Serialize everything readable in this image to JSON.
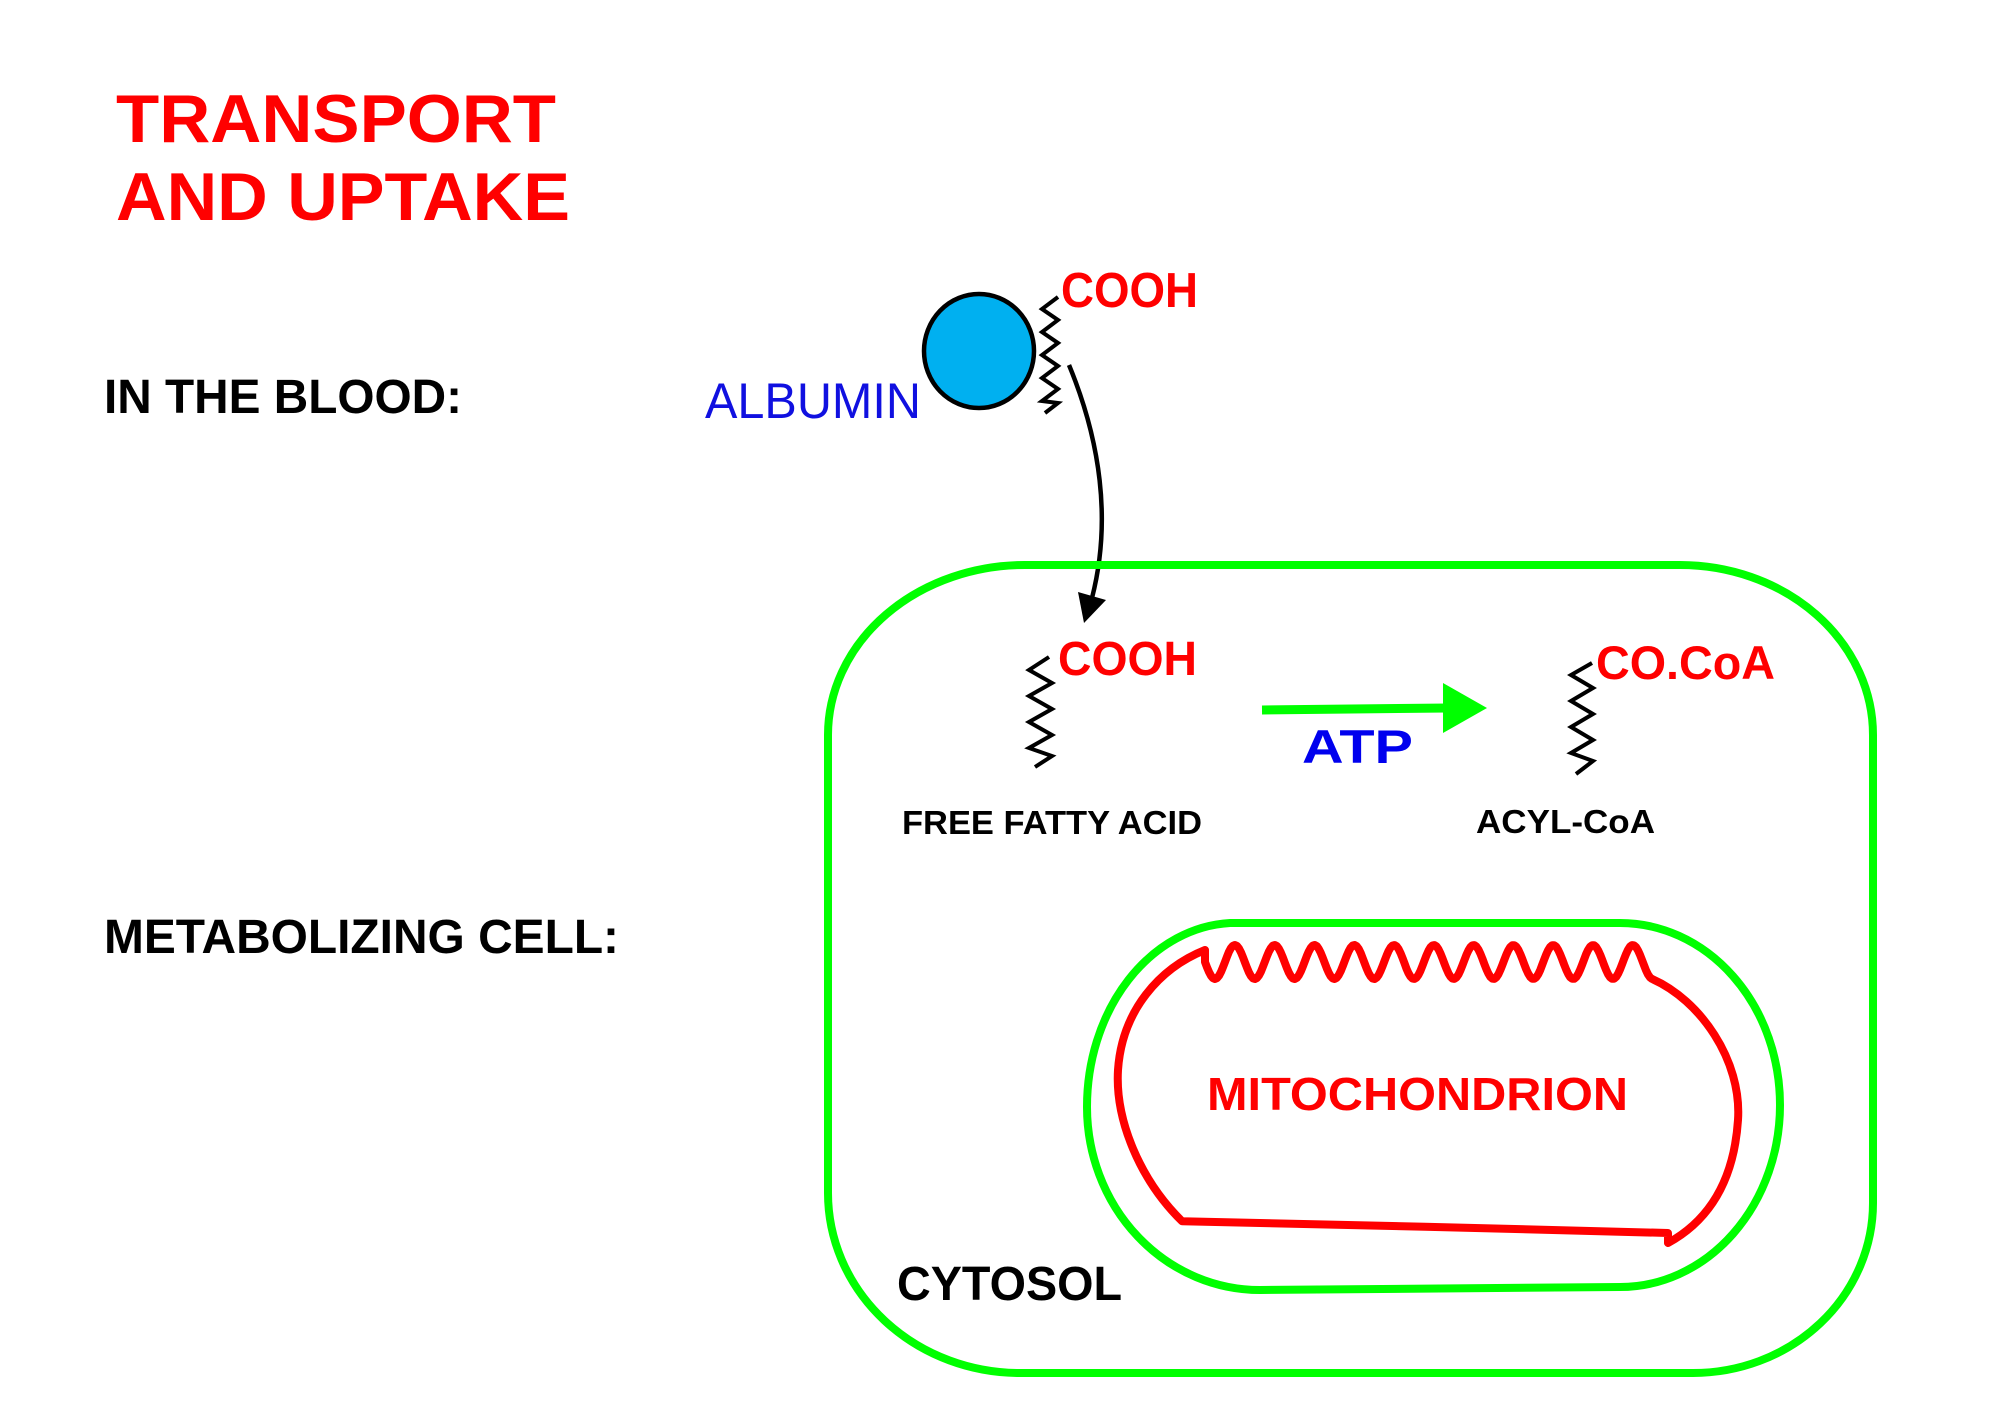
{
  "title": {
    "line1": "TRANSPORT",
    "line2": "AND UPTAKE"
  },
  "sections": {
    "blood": "IN THE BLOOD:",
    "cell": "METABOLIZING CELL:"
  },
  "blood": {
    "protein_label": "ALBUMIN",
    "bound_group": "COOH"
  },
  "cell": {
    "free_fatty_acid_group": "COOH",
    "free_fatty_acid_label": "FREE FATTY ACID",
    "activation_cofactor": "ATP",
    "acyl_group": "CO.CoA",
    "acyl_label": "ACYL-CoA",
    "organelle_label": "MITOCHONDRION",
    "compartment_label": "CYTOSOL"
  },
  "colors": {
    "title": "#ff0000",
    "heading": "#000000",
    "albumin_text": "#1010e0",
    "albumin_fill": "#00b0f0",
    "chemical_group": "#ff0000",
    "membrane": "#00ff00",
    "atp": "#0000ee",
    "mitochondrion": "#ff0000"
  }
}
